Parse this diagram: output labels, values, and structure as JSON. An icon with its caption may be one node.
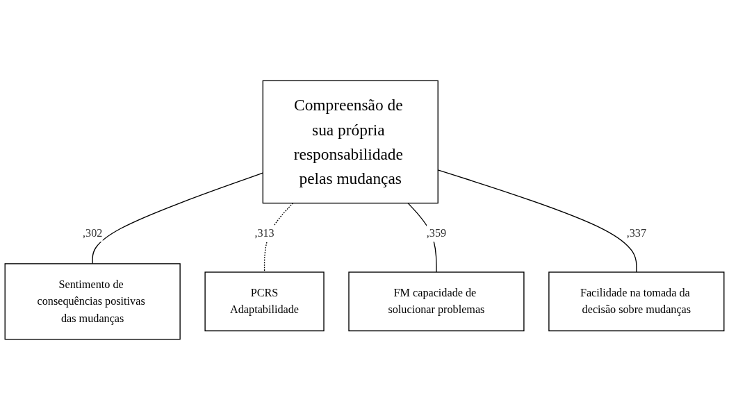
{
  "diagram": {
    "nodes": [
      {
        "text": [
          "Compreensão de sua própria responsabilidade pelas mudanças"
        ]
      },
      {
        "text": [
          "Sentimento de consequências positivas das mudanças"
        ]
      },
      {
        "text": [
          "PCRS",
          "Adaptabilidade"
        ]
      },
      {
        "text": [
          "FM capacidade de solucionar problemas"
        ]
      },
      {
        "text": [
          "Facilidade na tomada da decisão sobre mudanças"
        ]
      }
    ],
    "edges": [
      {
        "from": 0,
        "to": 1,
        "arrow": "none",
        "label": ",302"
      },
      {
        "from": 0,
        "to": 2,
        "arrow": "none",
        "label": ",313",
        "style": "dashed"
      },
      {
        "from": 0,
        "to": 3,
        "arrow": "none",
        "label": ",359"
      },
      {
        "from": 0,
        "to": 4,
        "arrow": "none",
        "label": ",337"
      }
    ]
  }
}
